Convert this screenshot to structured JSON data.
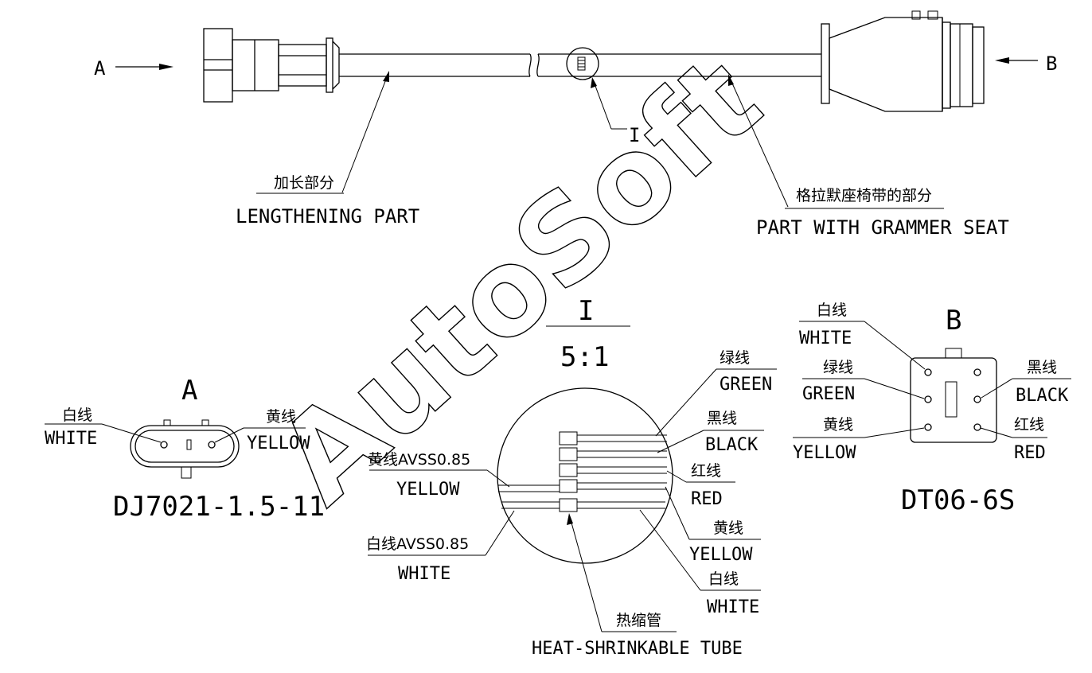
{
  "watermark": "AutoSoft",
  "harness": {
    "view_a_label": "A",
    "view_b_label": "B",
    "detail_marker": "I"
  },
  "callouts": {
    "lengthening_cn": "加长部分",
    "lengthening_en": "LENGTHENING PART",
    "grammer_cn": "格拉默座椅带的部分",
    "grammer_en": "PART WITH GRAMMER SEAT"
  },
  "connector_a": {
    "title": "A",
    "part_no": "DJ7021-1.5-11",
    "left_pin_cn": "白线",
    "left_pin_en": "WHITE",
    "right_pin_cn": "黄线",
    "right_pin_en": "YELLOW"
  },
  "detail": {
    "title": "I",
    "scale": "5:1",
    "left_upper_cn": "黄线AVSS0.85",
    "left_upper_en": "YELLOW",
    "left_lower_cn": "白线AVSS0.85",
    "left_lower_en": "WHITE",
    "r1_cn": "绿线",
    "r1_en": "GREEN",
    "r2_cn": "黑线",
    "r2_en": "BLACK",
    "r3_cn": "红线",
    "r3_en": "RED",
    "r4_cn": "黄线",
    "r4_en": "YELLOW",
    "r5_cn": "白线",
    "r5_en": "WHITE",
    "tube_cn": "热缩管",
    "tube_en": "HEAT-SHRINKABLE TUBE"
  },
  "connector_b": {
    "title": "B",
    "part_no": "DT06-6S",
    "l1_cn": "白线",
    "l1_en": "WHITE",
    "l2_cn": "绿线",
    "l2_en": "GREEN",
    "l3_cn": "黄线",
    "l3_en": "YELLOW",
    "r1_cn": "黑线",
    "r1_en": "BLACK",
    "r2_cn": "红线",
    "r2_en": "RED"
  }
}
